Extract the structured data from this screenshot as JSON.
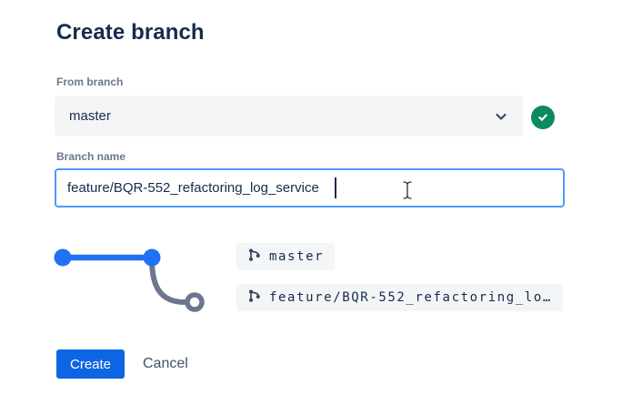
{
  "dialog": {
    "title": "Create branch"
  },
  "from_branch": {
    "label": "From branch",
    "value": "master",
    "valid": true
  },
  "branch_name": {
    "label": "Branch name",
    "value": "feature/BQR-552_refactoring_log_service"
  },
  "graph_preview": {
    "source_branch_chip": "master",
    "new_branch_chip": "feature/BQR-552_refactoring_lo…"
  },
  "actions": {
    "create_label": "Create",
    "cancel_label": "Cancel"
  },
  "icons": {
    "dropdown": "chevron-down-icon",
    "status": "check-circle-icon",
    "chips": "git-branch-icon",
    "pointer": "text-cursor-ibeam"
  },
  "colors": {
    "heading_text": "#172B4D",
    "label_text": "#6B778C",
    "field_background": "#F4F5F7",
    "input_focus_border": "#4C9AFF",
    "primary_button": "#0C66E4",
    "success_green": "#0C8A5E",
    "graph_blue": "#2172F2",
    "graph_gray": "#6B778C"
  }
}
